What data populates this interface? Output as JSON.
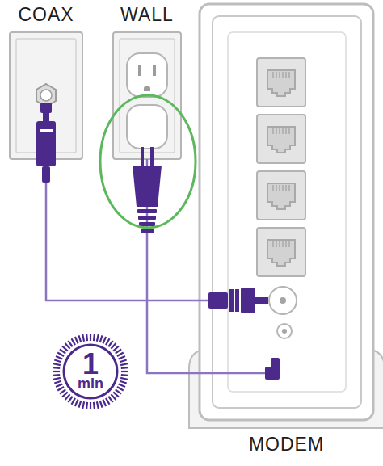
{
  "diagram": {
    "nodes": [
      {
        "text": [
          "COAX"
        ]
      },
      {
        "text": [
          "WALL"
        ]
      },
      {
        "text": [
          "MODEM"
        ]
      },
      {
        "text": [
          "1",
          "min"
        ]
      }
    ],
    "edges": [
      {
        "from": 0,
        "to": 2,
        "arrow": "none"
      },
      {
        "from": 1,
        "to": 2,
        "arrow": "none"
      }
    ]
  }
}
